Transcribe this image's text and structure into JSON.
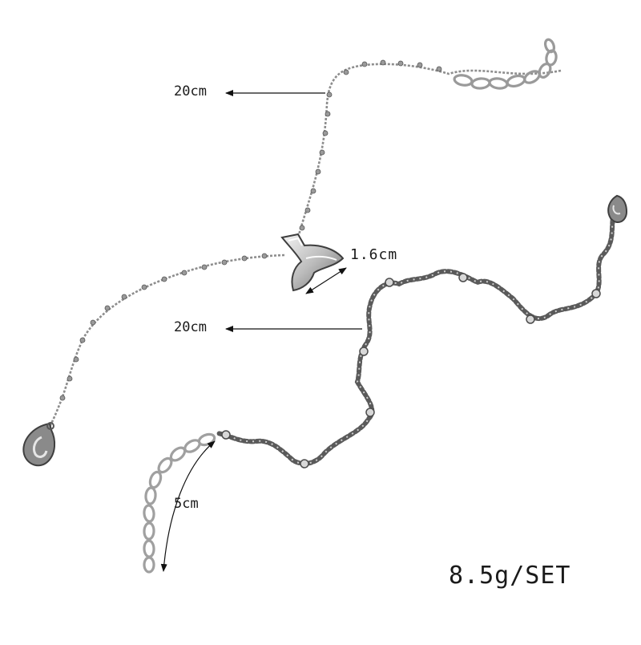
{
  "labels": {
    "top_length": "20cm",
    "middle_length": "20cm",
    "pendant_size": "1.6cm",
    "extender_length": "5cm",
    "weight": "8.5g/SET"
  },
  "colors": {
    "silver": "#8d8d8d",
    "silver_dark": "#4a4a4a",
    "silver_light": "#d9d9d9",
    "arrow": "#111111",
    "background": "#ffffff"
  }
}
